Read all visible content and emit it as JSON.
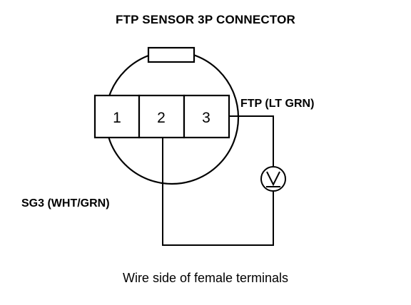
{
  "title": "FTP SENSOR 3P CONNECTOR",
  "connector": {
    "pins": [
      "1",
      "2",
      "3"
    ]
  },
  "wires": {
    "ftp_label": "FTP (LT GRN)",
    "sg3_label": "SG3 (WHT/GRN)"
  },
  "meter": {
    "symbol": "V"
  },
  "caption": "Wire side of female terminals"
}
